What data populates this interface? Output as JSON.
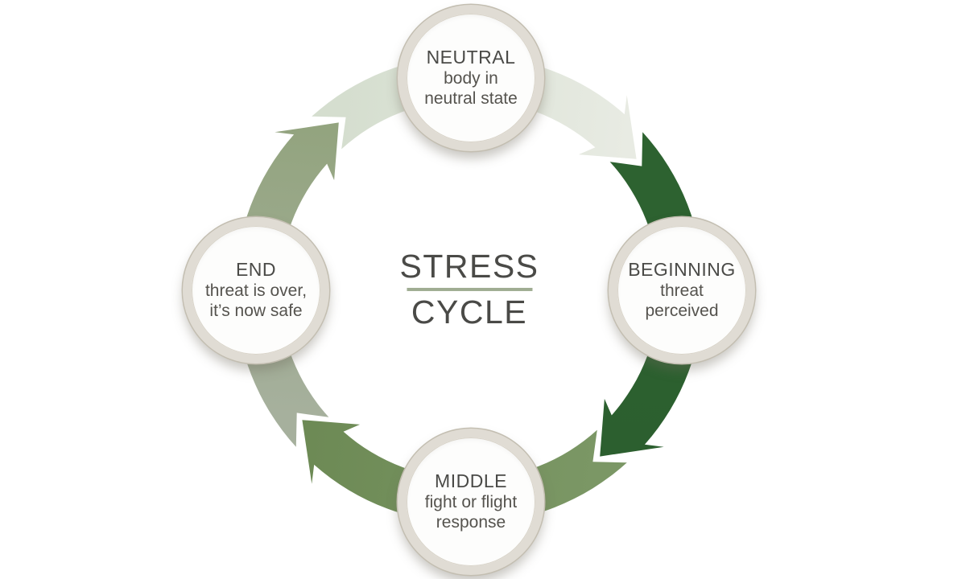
{
  "title": {
    "line1": "STRESS",
    "line2": "CYCLE"
  },
  "nodes": [
    {
      "id": "neutral",
      "heading": "NEUTRAL",
      "sub": [
        "body in",
        "neutral state"
      ]
    },
    {
      "id": "beginning",
      "heading": "BEGINNING",
      "sub": [
        "threat",
        "perceived"
      ]
    },
    {
      "id": "middle",
      "heading": "MIDDLE",
      "sub": [
        "fight or flight",
        "response"
      ]
    },
    {
      "id": "end",
      "heading": "END",
      "sub": [
        "threat is over,",
        "it’s now safe"
      ]
    }
  ],
  "segments": [
    {
      "name": "neutral-to-beginning",
      "color_start": "#d5decf",
      "color_end": "#e8ebe3"
    },
    {
      "name": "beginning-to-middle",
      "color_start": "#2d6230",
      "color_end": "#2c5f2f"
    },
    {
      "name": "middle-to-end",
      "color_start": "#7b9765",
      "color_end": "#6d8a55"
    },
    {
      "name": "end-to-neutral",
      "color_start": "#a6b09d",
      "color_end": "#93a47f"
    }
  ],
  "colors": {
    "heading": "#4a4a47",
    "sub": "#55534e",
    "divider": "#9fac92",
    "ring": "#e0dcd4",
    "ring_edge": "#c3beb1"
  }
}
